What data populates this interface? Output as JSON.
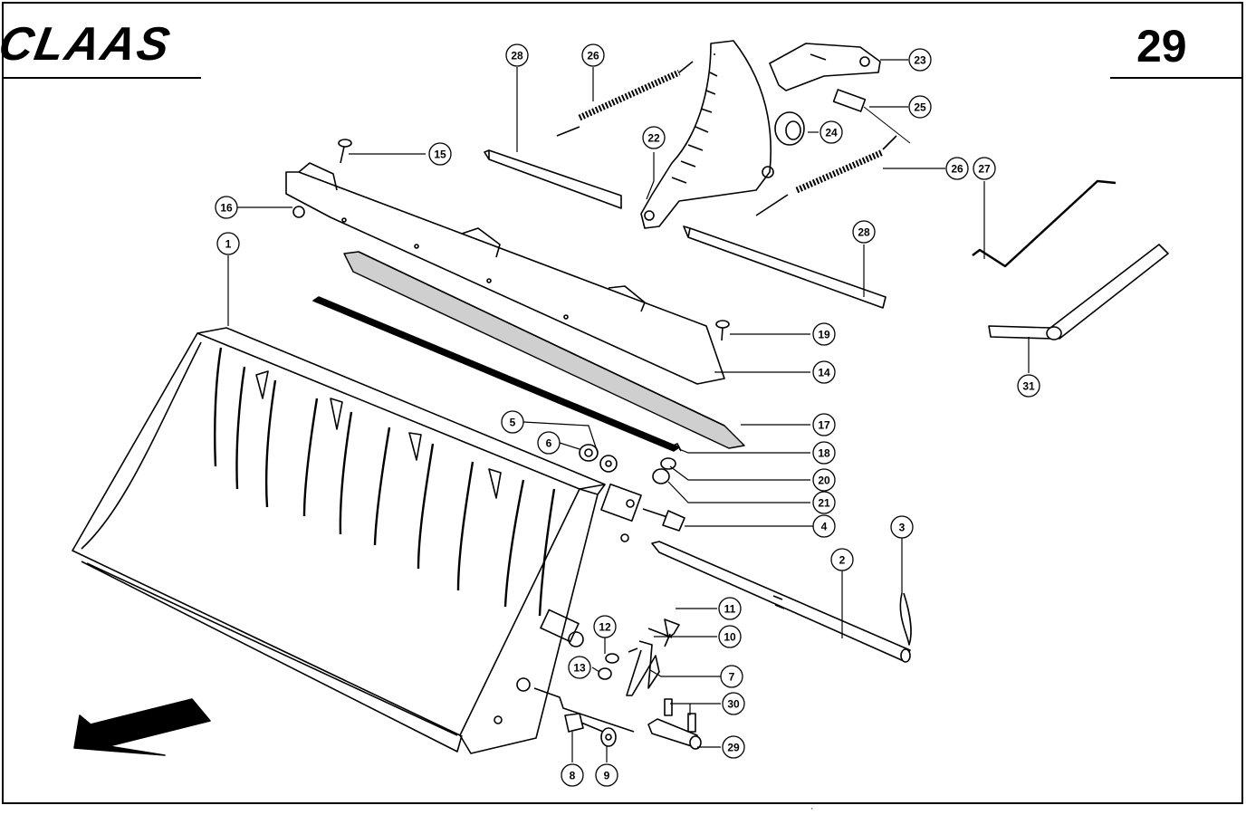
{
  "header": {
    "brand": "CLAAS",
    "page_number": "29"
  },
  "callouts": [
    "1",
    "2",
    "3",
    "4",
    "5",
    "6",
    "7",
    "8",
    "9",
    "10",
    "11",
    "12",
    "13",
    "14",
    "15",
    "16",
    "17",
    "18",
    "19",
    "20",
    "21",
    "22",
    "23",
    "24",
    "25",
    "26",
    "26",
    "27",
    "28",
    "28",
    "29",
    "30",
    "31"
  ],
  "icons": {
    "direction_arrow": "arrow-down-left-icon"
  }
}
